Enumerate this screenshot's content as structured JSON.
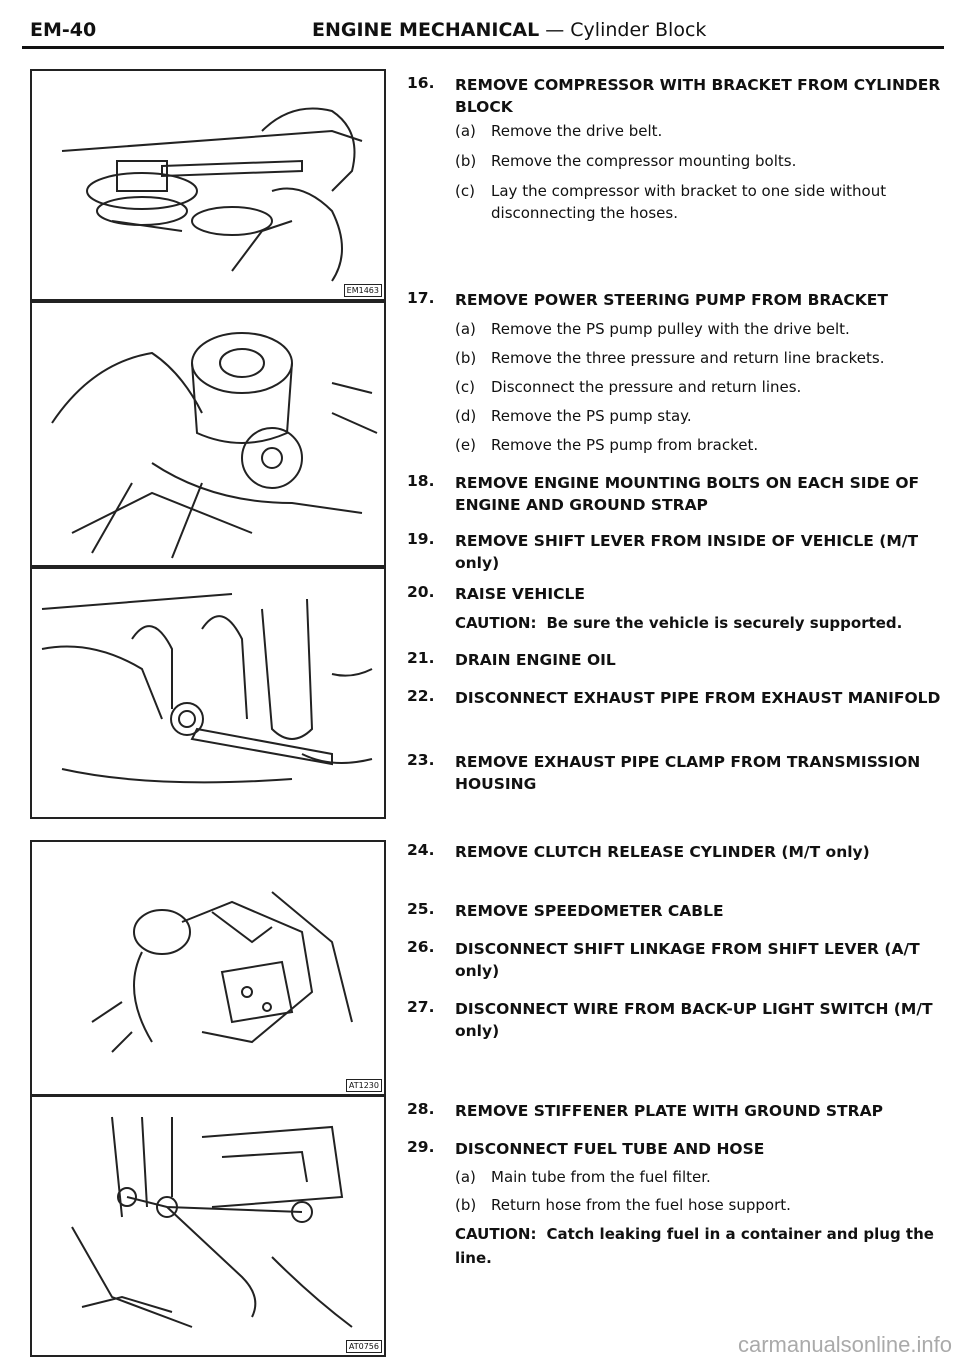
{
  "header": {
    "page_id": "EM-40",
    "section": "ENGINE MECHANICAL",
    "subsection": "— Cylinder Block"
  },
  "figures": [
    {
      "code": "EM1463"
    },
    {
      "code": ""
    },
    {
      "code": ""
    },
    {
      "code": "AT1230"
    },
    {
      "code": "AT0756"
    }
  ],
  "steps": [
    {
      "num": "16.",
      "head": "REMOVE COMPRESSOR WITH BRACKET FROM CYLINDER BLOCK",
      "subs": [
        {
          "l": "(a)",
          "t": "Remove the drive belt."
        },
        {
          "l": "(b)",
          "t": "Remove the compressor mounting bolts."
        },
        {
          "l": "(c)",
          "t": "Lay the compressor with bracket to one side without disconnecting the hoses."
        }
      ]
    },
    {
      "num": "17.",
      "head": "REMOVE POWER STEERING PUMP FROM BRACKET",
      "subs": [
        {
          "l": "(a)",
          "t": "Remove the PS pump pulley with the drive belt."
        },
        {
          "l": "(b)",
          "t": "Remove the three pressure and return line brackets."
        },
        {
          "l": "(c)",
          "t": "Disconnect the pressure and return lines."
        },
        {
          "l": "(d)",
          "t": "Remove the PS pump stay."
        },
        {
          "l": "(e)",
          "t": "Remove the PS pump from bracket."
        }
      ]
    },
    {
      "num": "18.",
      "head": "REMOVE ENGINE MOUNTING BOLTS ON EACH SIDE OF ENGINE AND GROUND STRAP"
    },
    {
      "num": "19.",
      "head": "REMOVE SHIFT LEVER FROM INSIDE OF VEHICLE (M/T only)"
    },
    {
      "num": "20.",
      "head": "RAISE VEHICLE",
      "caution": {
        "label": "CAUTION:",
        "text": "Be sure the vehicle is securely supported."
      }
    },
    {
      "num": "21.",
      "head": "DRAIN ENGINE OIL"
    },
    {
      "num": "22.",
      "head": "DISCONNECT EXHAUST PIPE FROM EXHAUST MANIFOLD"
    },
    {
      "num": "23.",
      "head": "REMOVE EXHAUST PIPE CLAMP FROM TRANSMISSION HOUSING"
    },
    {
      "num": "24.",
      "head": "REMOVE CLUTCH RELEASE CYLINDER (M/T only)"
    },
    {
      "num": "25.",
      "head": "REMOVE SPEEDOMETER CABLE"
    },
    {
      "num": "26.",
      "head": "DISCONNECT SHIFT LINKAGE FROM SHIFT LEVER (A/T only)"
    },
    {
      "num": "27.",
      "head": "DISCONNECT WIRE FROM BACK-UP LIGHT SWITCH (M/T only)"
    },
    {
      "num": "28.",
      "head": "REMOVE STIFFENER PLATE WITH GROUND STRAP"
    },
    {
      "num": "29.",
      "head": "DISCONNECT FUEL TUBE AND HOSE",
      "subs": [
        {
          "l": "(a)",
          "t": "Main tube from the fuel filter."
        },
        {
          "l": "(b)",
          "t": "Return hose from the fuel hose support."
        }
      ],
      "caution": {
        "label": "CAUTION:",
        "text": "Catch leaking fuel in a container and plug the line."
      }
    }
  ],
  "watermark": "carmanualsonline.info"
}
